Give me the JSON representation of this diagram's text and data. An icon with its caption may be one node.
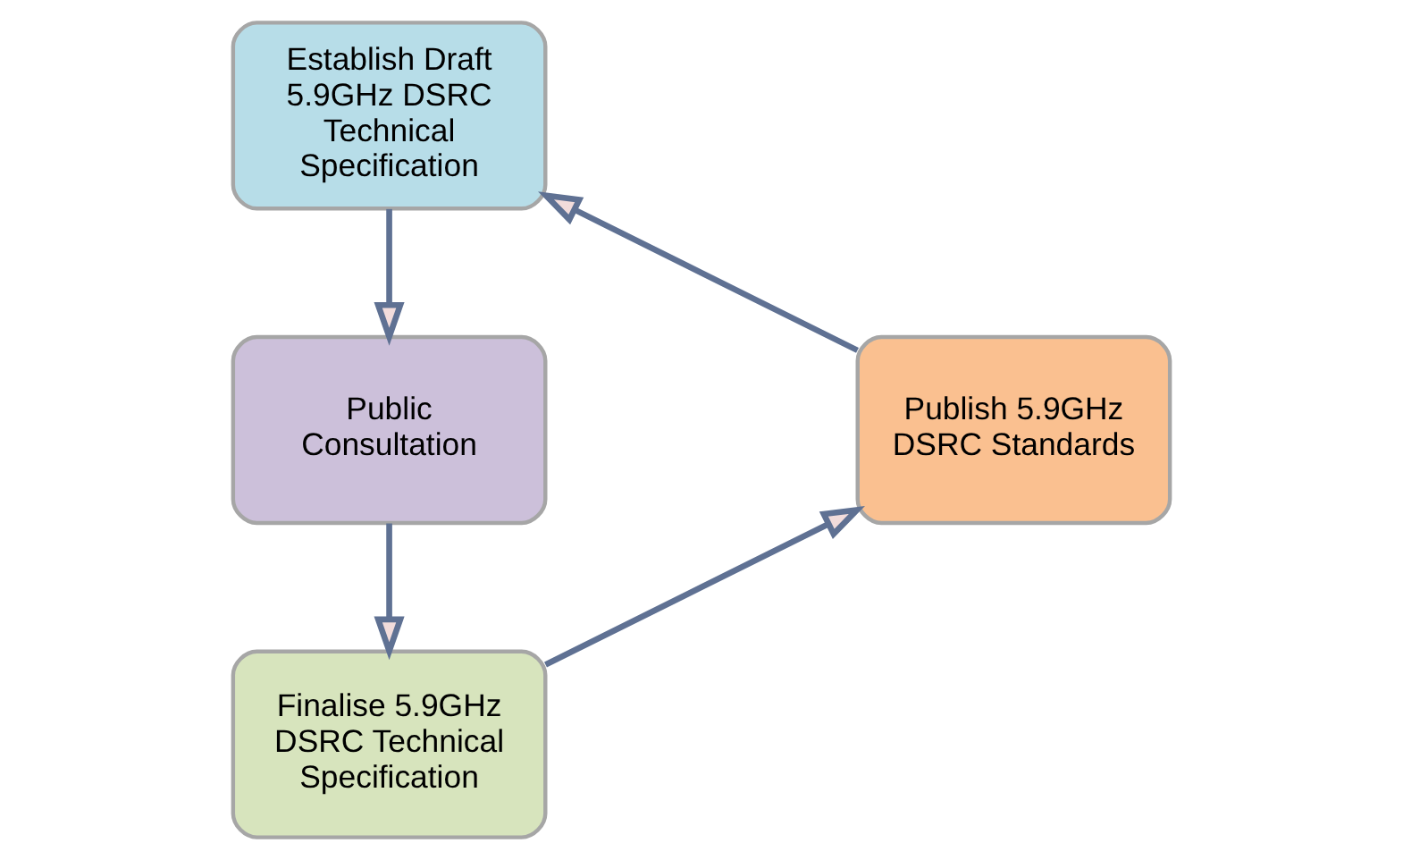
{
  "diagram": {
    "nodes": [
      {
        "text": [
          "Establish Draft 5.9GHz DSRC Technical Specification"
        ]
      },
      {
        "text": [
          "Public Consultation"
        ]
      },
      {
        "text": [
          "Finalise 5.9GHz DSRC Technical Specification"
        ]
      },
      {
        "text": [
          "Publish 5.9GHz DSRC Standards"
        ]
      }
    ],
    "edges": [
      {
        "from": 0,
        "to": 1,
        "arrow": "to"
      },
      {
        "from": 1,
        "to": 2,
        "arrow": "to"
      },
      {
        "from": 2,
        "to": 3,
        "arrow": "to"
      },
      {
        "from": 3,
        "to": 0,
        "arrow": "to"
      }
    ]
  }
}
